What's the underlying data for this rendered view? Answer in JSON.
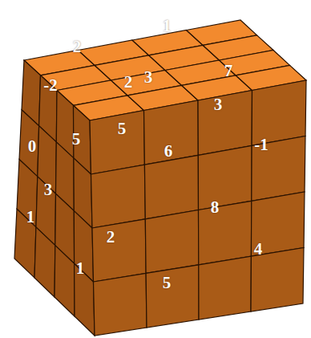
{
  "diagram": {
    "labels": [
      "1",
      "2",
      "3",
      "7",
      "-2",
      "2",
      "3",
      "5",
      "0",
      "5",
      "-1",
      "6",
      "3",
      "8",
      "1",
      "2",
      "4",
      "1",
      "5"
    ]
  }
}
